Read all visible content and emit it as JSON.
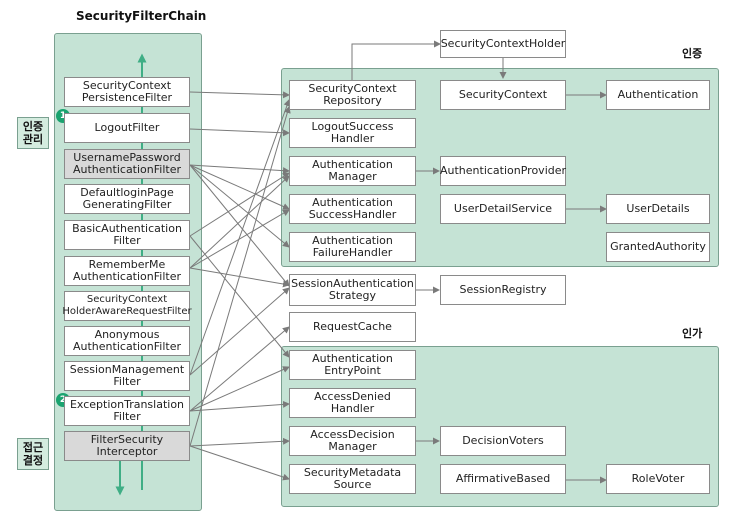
{
  "chain_title": "SecurityFilterChain",
  "section_auth": "인증",
  "section_authz": "인가",
  "side_labels": {
    "auth_manage": "인증\n관리",
    "access_decision": "접근\n결정"
  },
  "badges": {
    "one": "1",
    "two": "2"
  },
  "filters": {
    "security_context_persistence": "SecurityContext\nPersistenceFilter",
    "logout": "LogoutFilter",
    "username_password": "UsernamePassword\nAuthenticationFilter",
    "default_login_page": "DefaultloginPage\nGeneratingFilter",
    "basic_authentication": "BasicAuthentication\nFilter",
    "remember_me": "RememberMe\nAuthenticationFilter",
    "holder_aware": "SecurityContext\nHolderAwareRequestFilter",
    "anonymous": "Anonymous\nAuthenticationFilter",
    "session_management": "SessionManagement\nFilter",
    "exception_translation": "ExceptionTranslation\nFilter",
    "filter_security_interceptor": "FilterSecurity\nInterceptor"
  },
  "components": {
    "security_context_holder": "SecurityContextHolder",
    "security_context_repository": "SecurityContext\nRepository",
    "security_context": "SecurityContext",
    "authentication": "Authentication",
    "logout_success_handler": "LogoutSuccess Handler",
    "authentication_manager": "Authentication\nManager",
    "authentication_provider": "AuthenticationProvider",
    "authentication_success_handler": "Authentication\nSuccessHandler",
    "user_detail_service": "UserDetailService",
    "user_details": "UserDetails",
    "authentication_failure_handler": "Authentication\nFailureHandler",
    "granted_authority": "GrantedAuthority",
    "session_authentication_strategy": "SessionAuthentication\nStrategy",
    "session_registry": "SessionRegistry",
    "request_cache": "RequestCache",
    "authentication_entry_point": "Authentication\nEntryPoint",
    "access_denied_handler": "AccessDenied\nHandler",
    "access_decision_manager": "AccessDecision\nManager",
    "decision_voters": "DecisionVoters",
    "security_metadata_source": "SecurityMetadata\nSource",
    "affirmative_based": "AffirmativeBased",
    "role_voter": "RoleVoter"
  },
  "colors": {
    "panel": "#c5e3d5",
    "arrow": "#7a7a7a",
    "badge": "#1aa36f",
    "chain_arrow": "#3fae85"
  }
}
